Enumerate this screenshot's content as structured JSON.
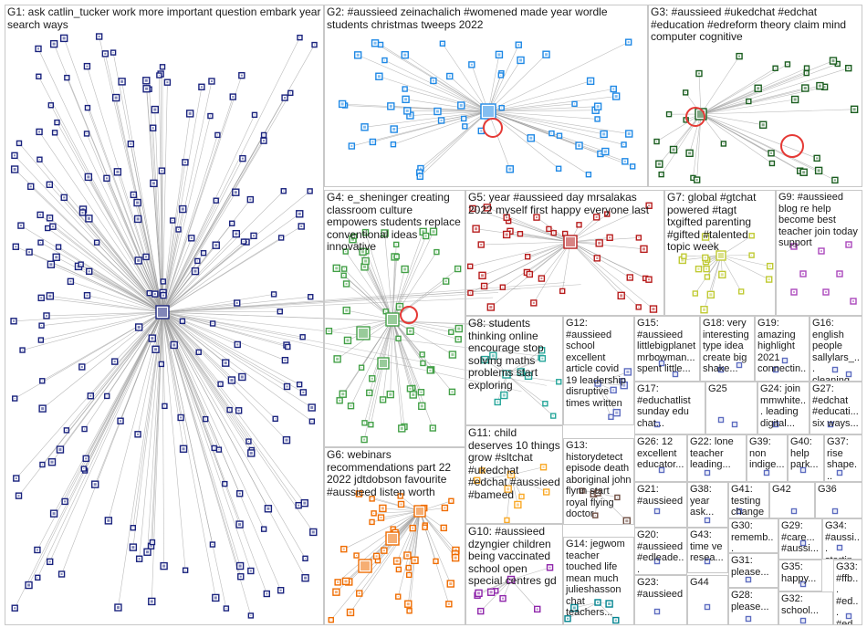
{
  "graph": {
    "title": "",
    "groups": [
      {
        "id": "G1",
        "label": "G1: ask catlin_tucker work more important question embark year search ways"
      },
      {
        "id": "G2",
        "label": "G2: #aussieed zeinachalich #womened made year wordle students christmas tweeps 2022"
      },
      {
        "id": "G3",
        "label": "G3: #aussieed #ukedchat #edchat #education #edreform theory claim mind computer cognitive"
      },
      {
        "id": "G4",
        "label": "G4: e_sheninger creating classroom culture empowers students replace conventional ideas innovative"
      },
      {
        "id": "G5",
        "label": "G5: year #aussieed day mrsalakas 2022 myself first happy everyone last"
      },
      {
        "id": "G7",
        "label": "G7: global #gtchat powered #tagt txgifted parenting #gifted #talented topic week"
      },
      {
        "id": "G9",
        "label": "G9: #aussieed blog re help become best teacher join today support"
      },
      {
        "id": "G6",
        "label": "G6: webinars recommendations part 22 2022 jdtdobson favourite #aussieed listen worth"
      },
      {
        "id": "G8",
        "label": "G8: students thinking online encourage stop solving maths problems start exploring"
      },
      {
        "id": "G12",
        "label": "G12: #aussieed school excellent article covid 19 leadership disruptive times written"
      },
      {
        "id": "G15",
        "label": "G15: #aussieed littlebigplanet mrbowman... spent little..."
      },
      {
        "id": "G18",
        "label": "G18: very interesting type idea create big shake..."
      },
      {
        "id": "G19",
        "label": "G19: amazing highlight 2021 connectin..."
      },
      {
        "id": "G16",
        "label": "G16: english people sallylars_... cleaning..."
      },
      {
        "id": "G17",
        "label": "G17: #educhatlist sunday edu chat..."
      },
      {
        "id": "G25",
        "label": "G25"
      },
      {
        "id": "G24",
        "label": "G24: join mmwhite... leading digital..."
      },
      {
        "id": "G27",
        "label": "G27: #edchat #educati... six ways..."
      },
      {
        "id": "G11",
        "label": "G11: child deserves 10 things grow #sltchat #ukedchat #edchat #aussieed #bameed"
      },
      {
        "id": "G13",
        "label": "G13: historydetect episode death aboriginal john flynn start royal flying doctor"
      },
      {
        "id": "G26",
        "label": "G26: 12 excellent educator..."
      },
      {
        "id": "G22",
        "label": "G22: lone teacher leading..."
      },
      {
        "id": "G39",
        "label": "G39: non indige..."
      },
      {
        "id": "G40",
        "label": "G40: help park..."
      },
      {
        "id": "G37",
        "label": "G37: rise shape..."
      },
      {
        "id": "G21",
        "label": "G21: #aussieed"
      },
      {
        "id": "G38",
        "label": "G38: year ask..."
      },
      {
        "id": "G41",
        "label": "G41: testing change..."
      },
      {
        "id": "G42",
        "label": "G42"
      },
      {
        "id": "G36",
        "label": "G36"
      },
      {
        "id": "G10",
        "label": "G10: #aussieed dzyngier children being vaccinated school open special centres gd"
      },
      {
        "id": "G14",
        "label": "G14: jegwom teacher touched life mean much julieshasson chat teachers..."
      },
      {
        "id": "G20",
        "label": "G20: #aussieed #edleade..."
      },
      {
        "id": "G43",
        "label": "G43: time ve resea..."
      },
      {
        "id": "G30",
        "label": "G30: rememb..."
      },
      {
        "id": "G29",
        "label": "G29: #care... #aussi..."
      },
      {
        "id": "G34",
        "label": "G34: #aussi... startin..."
      },
      {
        "id": "G31",
        "label": "G31: please..."
      },
      {
        "id": "G35",
        "label": "G35: happy..."
      },
      {
        "id": "G33",
        "label": "G33: #ffb... #ed... #ed..."
      },
      {
        "id": "G23",
        "label": "G23: #aussieed"
      },
      {
        "id": "G44",
        "label": "G44"
      },
      {
        "id": "G28",
        "label": "G28: please..."
      },
      {
        "id": "G32",
        "label": "G32: school..."
      }
    ],
    "hubs": [
      {
        "group": "G1",
        "name": "catlin_tucker"
      },
      {
        "group": "G2",
        "name": "zeinachalich"
      },
      {
        "group": "G4",
        "name": "e_sheninger"
      },
      {
        "group": "G5",
        "name": "mrsalakas"
      },
      {
        "group": "G3",
        "name": "edreform"
      },
      {
        "group": "G6",
        "name": "jdtdobson"
      }
    ],
    "colors": {
      "G1": "#1a237e",
      "G2": "#1e88e5",
      "G3": "#1b5e20",
      "G4": "#43a047",
      "G5": "#b71c1c",
      "G6": "#ef6c00",
      "G7": "#c0ca33",
      "G8": "#26a69a",
      "G9": "#ab47bc",
      "G10": "#8e24aa",
      "G11": "#f9a825",
      "G12": "#5c6bc0",
      "G13": "#6d4c41",
      "G14": "#00838f",
      "edge": "#9e9e9e",
      "border": "#c8c8c8",
      "self_loop": "#e53935"
    }
  }
}
